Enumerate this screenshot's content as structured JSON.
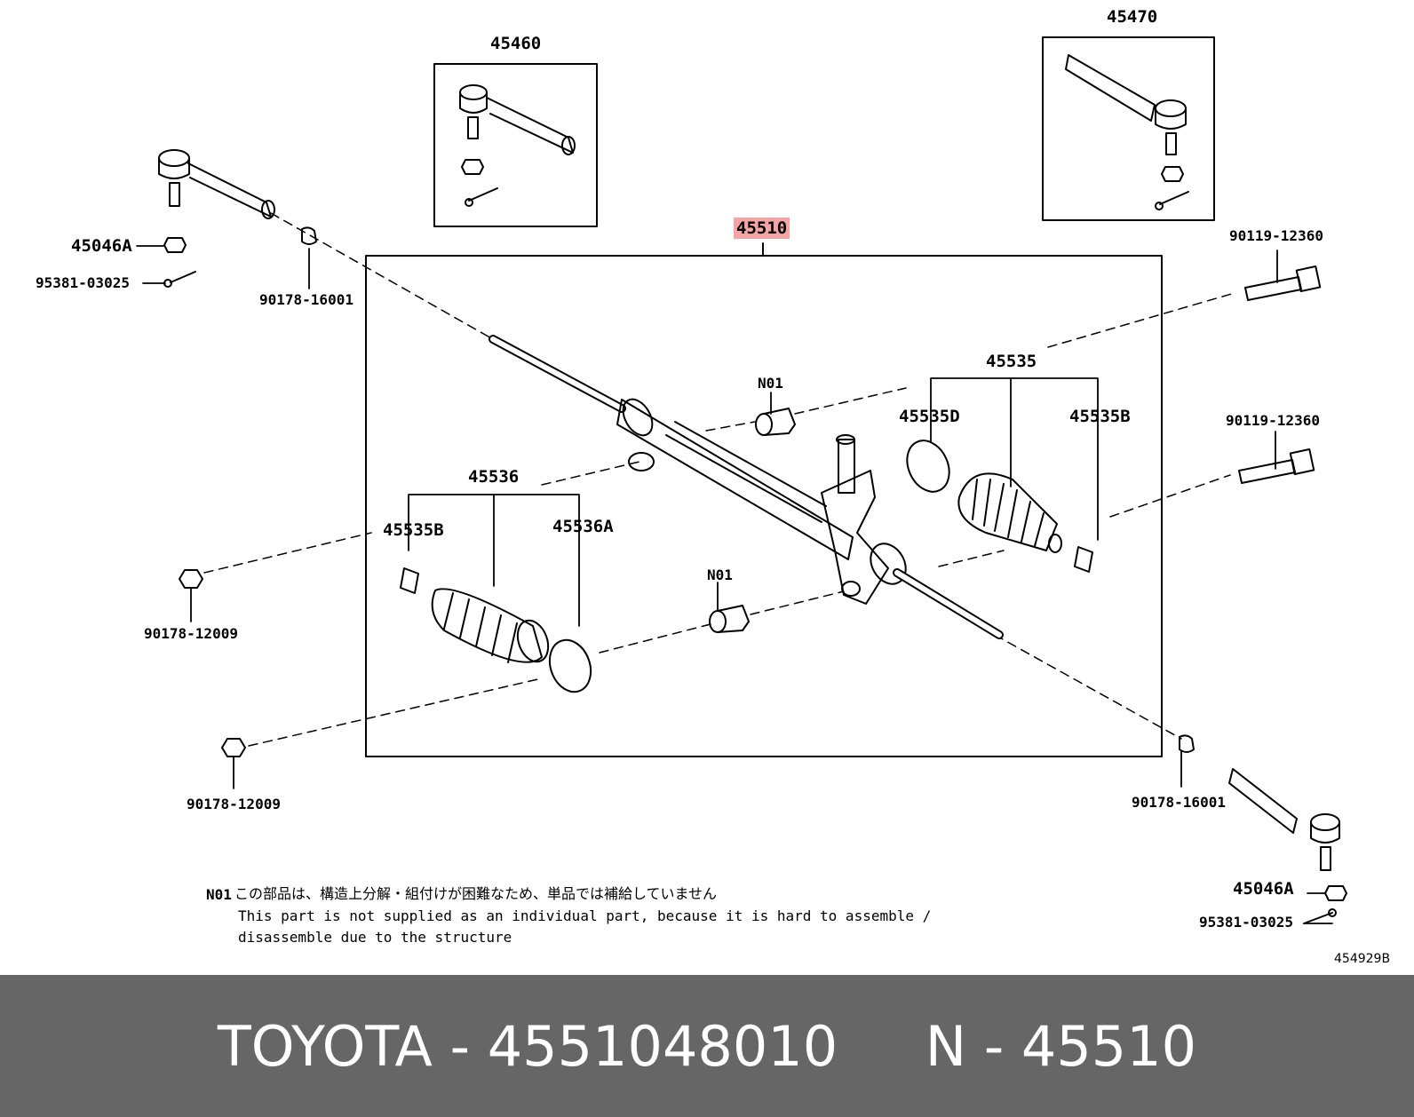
{
  "diagram": {
    "label_45460": "45460",
    "label_45470": "45470",
    "label_45510": "45510",
    "label_45046A_left": "45046A",
    "label_95381_left": "95381-03025",
    "label_90178_16001_left": "90178-16001",
    "label_90119_top": "90119-12360",
    "label_90119_mid": "90119-12360",
    "label_45535": "45535",
    "label_45535D": "45535D",
    "label_45535B_right": "45535B",
    "label_N01_top": "N01",
    "label_N01_bottom": "N01",
    "label_45536": "45536",
    "label_45535B_left": "45535B",
    "label_45536A": "45536A",
    "label_90178_12009_mid": "90178-12009",
    "label_90178_12009_bottom": "90178-12009",
    "label_90178_16001_right": "90178-16001",
    "label_45046A_right": "45046A",
    "label_95381_right": "95381-03025",
    "figure_code": "454929B",
    "highlight_color": "#f4a4a4"
  },
  "note": {
    "marker": "N01",
    "japanese": "この部品は、構造上分解・組付けが困難なため、単品では補給していません",
    "english_line1": "This part is not supplied as an individual part, because it is hard to assemble /",
    "english_line2": "disassemble due to the structure"
  },
  "footer": {
    "brand": "TOYOTA",
    "part_number": "4551048010",
    "ref": "N - 45510",
    "separator": "-",
    "background_color": "#666666",
    "text_color": "#ffffff"
  }
}
